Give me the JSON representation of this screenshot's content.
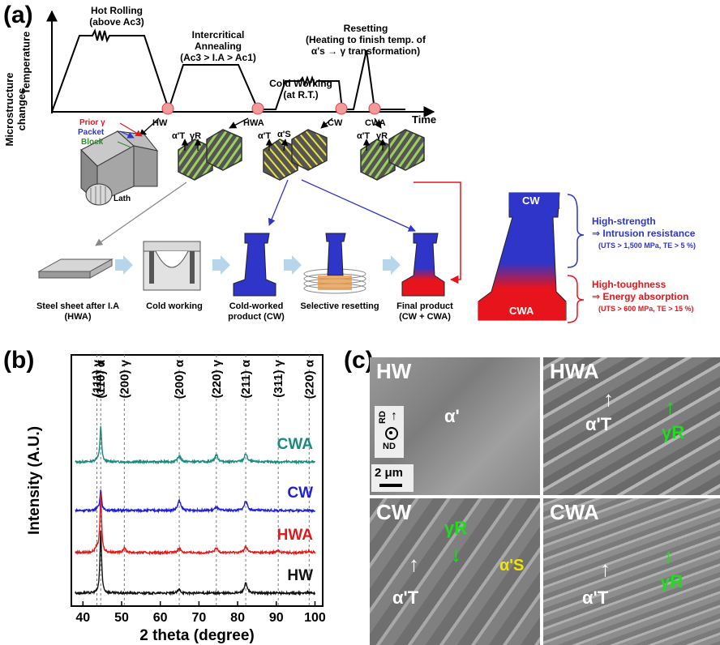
{
  "panel_a": {
    "tag": "(a)",
    "y_label": "Temperature",
    "x_label": "Time",
    "side_label": "Microstructure changes",
    "steps": {
      "hot_rolling": [
        "Hot Rolling",
        "(above Ac3)"
      ],
      "intercritical": [
        "Intercritical",
        "Annealing",
        "(Ac3 > I.A > Ac1)"
      ],
      "cold_working": [
        "Cold Working",
        "(at R.T.)"
      ],
      "resetting": [
        "Resetting",
        "(Heating to finish temp. of",
        "α's → γ transformation)"
      ]
    },
    "stage_labels": [
      "HW",
      "HWA",
      "CW",
      "CWA"
    ],
    "micro_labels": {
      "prior": "Prior γ",
      "packet": "Packet",
      "block": "Block",
      "lath": "Lath",
      "aT": "α'T",
      "gR": "γR",
      "aS": "α'S"
    },
    "process_steps": [
      [
        "Steel sheet after I.A",
        "(HWA)"
      ],
      [
        "Cold working"
      ],
      [
        "Cold-worked",
        "product (CW)"
      ],
      [
        "Selective resetting"
      ],
      [
        "Final product",
        "(CW + CWA)"
      ]
    ],
    "big_part": {
      "top": "CW",
      "bottom": "CWA",
      "top_desc": [
        "High-strength",
        "⇒ Intrusion resistance",
        "(UTS > 1,500 MPa, TE > 5 %)"
      ],
      "bottom_desc": [
        "High-toughness",
        "⇒ Energy absorption",
        "(UTS > 600 MPa, TE > 15 %)"
      ]
    },
    "colors": {
      "blue": "#2f35c8",
      "red": "#e8141b",
      "green": "#2a8f2a"
    }
  },
  "panel_b": {
    "tag": "(b)"
  },
  "chart_data": {
    "type": "line",
    "xlabel": "2 theta (degree)",
    "ylabel": "Intensity (A.U.)",
    "xlim": [
      37,
      102
    ],
    "xticks": [
      40,
      50,
      60,
      70,
      80,
      90,
      100
    ],
    "y_ticks_shown": false,
    "peak_labels": [
      {
        "x": 43.6,
        "label": "(111) γ"
      },
      {
        "x": 44.6,
        "label": "(110) α"
      },
      {
        "x": 50.7,
        "label": "(200) γ"
      },
      {
        "x": 64.9,
        "label": "(200) α"
      },
      {
        "x": 74.5,
        "label": "(220) γ"
      },
      {
        "x": 82.1,
        "label": "(211) α"
      },
      {
        "x": 90.5,
        "label": "(311) γ"
      },
      {
        "x": 98.5,
        "label": "(220) α"
      }
    ],
    "series": [
      {
        "name": "CWA",
        "color": "#1a8a7e",
        "peaks": [
          [
            43.6,
            0.15
          ],
          [
            44.6,
            2.0
          ],
          [
            64.9,
            0.35
          ],
          [
            74.5,
            0.4
          ],
          [
            82.1,
            0.45
          ]
        ]
      },
      {
        "name": "CW",
        "color": "#1f1fd6",
        "peaks": [
          [
            43.6,
            0.1
          ],
          [
            44.6,
            1.2
          ],
          [
            64.9,
            0.55
          ],
          [
            74.5,
            0.18
          ],
          [
            82.1,
            0.55
          ]
        ]
      },
      {
        "name": "HWA",
        "color": "#e01a1a",
        "peaks": [
          [
            43.6,
            0.3
          ],
          [
            44.6,
            3.2
          ],
          [
            50.7,
            0.25
          ],
          [
            64.9,
            0.25
          ],
          [
            74.5,
            0.25
          ],
          [
            82.1,
            0.35
          ],
          [
            90.5,
            0.12
          ],
          [
            98.5,
            0.1
          ]
        ]
      },
      {
        "name": "HW",
        "color": "#111111",
        "peaks": [
          [
            44.6,
            3.5
          ],
          [
            64.9,
            0.2
          ],
          [
            82.1,
            0.55
          ],
          [
            98.5,
            0.05
          ]
        ]
      }
    ]
  },
  "panel_c": {
    "tag": "(c)",
    "images": [
      {
        "tag": "HW",
        "labels": [
          "α'"
        ],
        "dir_top": "RD",
        "dir_bottom": "ND",
        "scale": "2 μm"
      },
      {
        "tag": "HWA",
        "labels": [
          "α'T",
          "γR"
        ]
      },
      {
        "tag": "CW",
        "labels": [
          "α'T",
          "γR",
          "α'S"
        ]
      },
      {
        "tag": "CWA",
        "labels": [
          "α'T",
          "γR"
        ]
      }
    ]
  }
}
